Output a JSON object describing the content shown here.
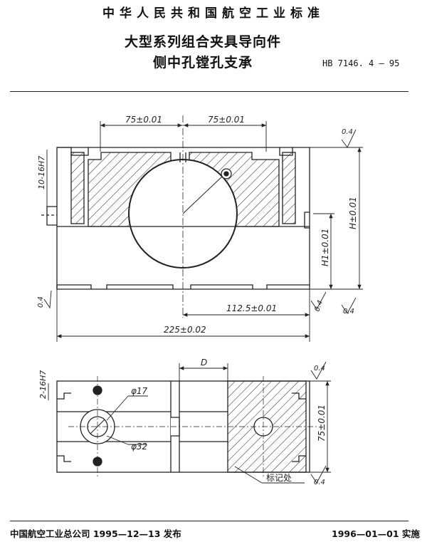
{
  "header": {
    "standard_category": "中华人民共和国航空工业标准",
    "title_line1": "大型系列组合夹具导向件",
    "title_line2": "侧中孔镗孔支承",
    "standard_number": "HB 7146. 4 — 95"
  },
  "drawing_front": {
    "dim_left_width": "75±0.01",
    "dim_right_width": "75±0.01",
    "slot_label": "10-16H7",
    "height_total": "H±0.01",
    "height_center": "H1±0.01",
    "offset_label": "112.5±0.01",
    "overall_length": "225±0.02",
    "roughness_top": "0.4",
    "roughness_side": "0.4",
    "roughness_bottom_left": "0.4",
    "roughness_bottom_right": "0.4"
  },
  "drawing_plan": {
    "slot_label": "2-16H7",
    "dim_d": "D",
    "hole_small": "φ17",
    "hole_large": "φ32",
    "width": "75±0.01",
    "marking": "标记处",
    "roughness_top": "0.4",
    "roughness_bottom": "0.4"
  },
  "footer": {
    "publisher": "中国航空工业总公司 1995—12—13 发布",
    "effective": "1996—01—01 实施"
  }
}
